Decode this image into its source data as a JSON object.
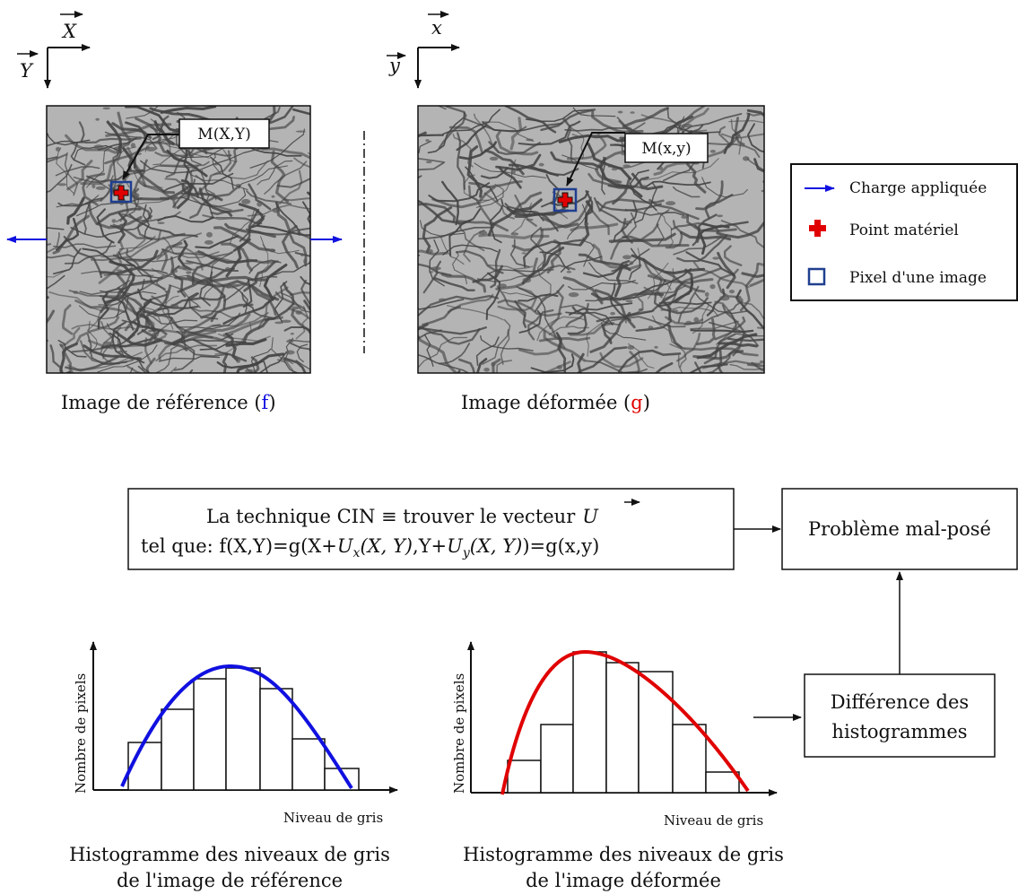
{
  "axes_reference": {
    "x_label": "X",
    "y_label": "Y"
  },
  "axes_deformed": {
    "x_label": "x",
    "y_label": "y"
  },
  "reference_image": {
    "point_label": "M(X,Y)",
    "caption_main": "Image de référence (",
    "caption_letter": "f",
    "caption_end": ")"
  },
  "deformed_image": {
    "point_label": "M(x,y)",
    "caption_main": "Image déformée (",
    "caption_letter": "g",
    "caption_end": ")"
  },
  "legend": {
    "items": [
      {
        "icon": "blue-arrow-icon",
        "label": "Charge appliquée"
      },
      {
        "icon": "red-cross-icon",
        "label": "Point matériel"
      },
      {
        "icon": "blue-square-icon",
        "label": "Pixel d'une image"
      }
    ]
  },
  "technique_box": {
    "line1_prefix": "La technique CIN ≡ trouver le vecteur",
    "vector_symbol": "U",
    "line2_prefix": "tel que: f(X,Y)=g(X+",
    "ux": "U",
    "ux_sub": "x",
    "args1": "(X, Y)",
    "mid": ",Y+",
    "uy": "U",
    "uy_sub": "y",
    "args2": "(X, Y)",
    "line2_suffix": ")=g(x,y)"
  },
  "problem_box": {
    "label": "Problème mal-posé"
  },
  "difference_box": {
    "line1": "Différence des",
    "line2": "histogrammes"
  },
  "histogram_reference": {
    "ylabel": "Nombre de pixels",
    "xlabel": "Niveau de gris",
    "caption_line1": "Histogramme des niveaux de gris",
    "caption_line2": "de l'image de référence",
    "curve_color": "#1010e0"
  },
  "histogram_deformed": {
    "ylabel": "Nombre de pixels",
    "xlabel": "Niveau de gris",
    "caption_line1": "Histogramme des niveaux de gris",
    "caption_line2": "de l'image déformée",
    "curve_color": "#e00000"
  },
  "colors": {
    "blue": "#1010e0",
    "red": "#e00000",
    "pixel_square": "#1f3f8f",
    "micro_bg": "#b4b4b4",
    "micro_grain": "#444444"
  }
}
